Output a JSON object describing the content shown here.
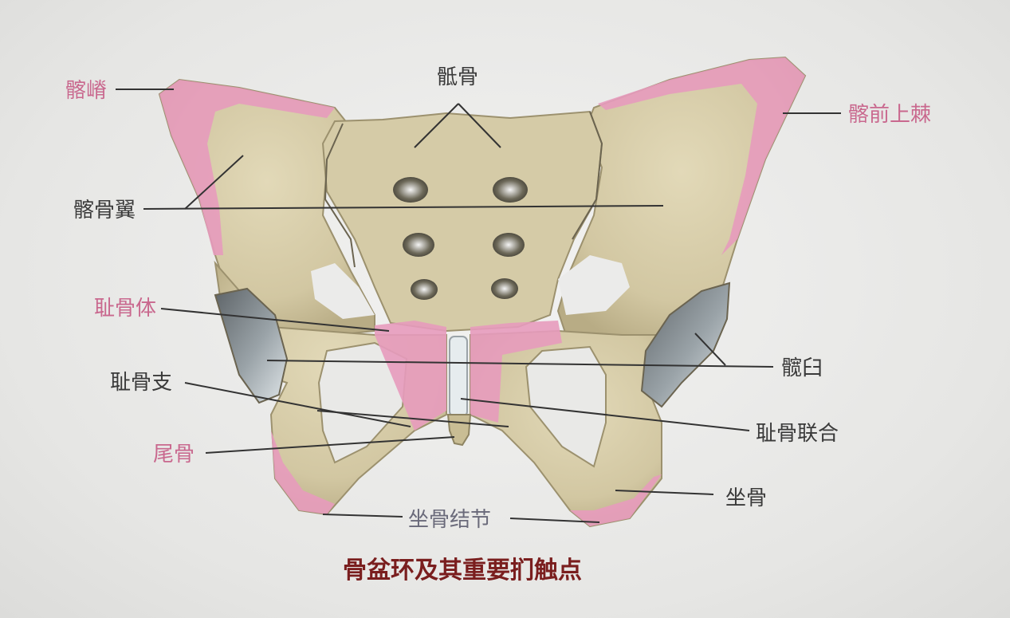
{
  "colors": {
    "bone": "#d8cfae",
    "bone_dark": "#b9ad86",
    "bone_edge": "#9c916e",
    "landmark_pink": "#e79bbd",
    "label_pink": "#c9688e",
    "label_dark": "#3a3a3a",
    "caption": "#7a1e1e",
    "leader_line": "#333333",
    "cartilage": "#e6ecee"
  },
  "labels": {
    "iliac_crest": "髂嵴",
    "sacrum": "骶骨",
    "asis": "髂前上棘",
    "iliac_wing": "髂骨翼",
    "pubic_body": "耻骨体",
    "acetabulum": "髋臼",
    "pubic_ramus": "耻骨支",
    "pubic_symphysis": "耻骨联合",
    "coccyx": "尾骨",
    "ischium": "坐骨",
    "ischial_tuberosity": "坐骨结节"
  },
  "caption": "骨盆环及其重要扪触点"
}
